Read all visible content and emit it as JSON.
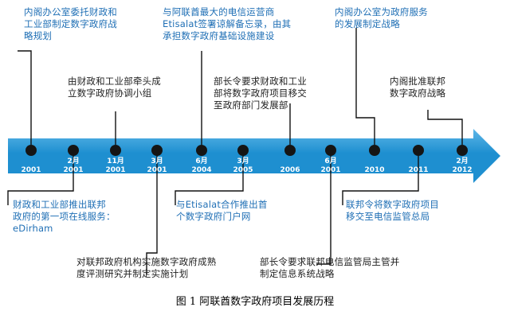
{
  "colors": {
    "arrow": "#1E8FD0",
    "arrow_top": "#5DB7E8",
    "blue_text": "#1F6FB5",
    "dark_text": "#222222",
    "marker": "#151515",
    "tick_text": "#ffffff"
  },
  "markers": [
    {
      "lines": [
        "2001"
      ]
    },
    {
      "lines": [
        "2月",
        "2001"
      ]
    },
    {
      "lines": [
        "11月",
        "2001"
      ]
    },
    {
      "lines": [
        "3月",
        "2001"
      ]
    },
    {
      "lines": [
        "6月",
        "2004"
      ]
    },
    {
      "lines": [
        "3月",
        "2005"
      ]
    },
    {
      "lines": [
        "2006"
      ]
    },
    {
      "lines": [
        "6月",
        "2001"
      ]
    },
    {
      "lines": [
        "2010"
      ]
    },
    {
      "lines": [
        "2011"
      ]
    },
    {
      "lines": [
        "2月",
        "2012"
      ]
    }
  ],
  "annotations": [
    {
      "text": "内阁办公室委托财政和\n工业部制定数字政府战\n略规划",
      "style": "blue"
    },
    {
      "text": "由财政和工业部牵头成\n立数字政府协调小组",
      "style": "dark"
    },
    {
      "text": "与阿联酋最大的电信运营商\nEtisalat签署谅解备忘录，由其\n承担数字政府基础设施建设",
      "style": "blue"
    },
    {
      "text": "部长令要求财政和工业\n部将数字政府项目移交\n至政府部门发展部",
      "style": "dark"
    },
    {
      "text": "内阁办公室为政府服务\n的发展制定战略",
      "style": "blue"
    },
    {
      "text": "内阁批准联邦\n数字政府战略",
      "style": "dark"
    },
    {
      "text": "财政和工业部推出联邦\n政府的第一项在线服务：\neDirham",
      "style": "blue"
    },
    {
      "text": "对联邦政府机构实施数字政府成熟\n度评测研究并制定实施计划",
      "style": "dark"
    },
    {
      "text": "与Etisalat合作推出首\n个数字政府门户网",
      "style": "blue"
    },
    {
      "text": "部长令要求联邦电信监管局主管并\n制定信息系统战略",
      "style": "dark"
    },
    {
      "text": "联邦令将数字政府项目\n移交至电信监管总局",
      "style": "blue"
    }
  ],
  "caption": "图 1  阿联酋数字政府项目发展历程"
}
